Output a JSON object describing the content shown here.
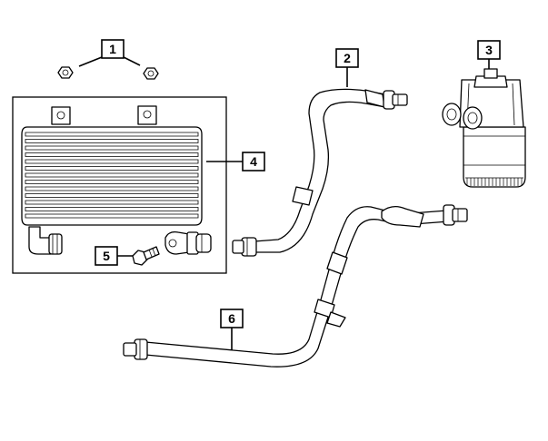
{
  "callouts": [
    {
      "id": "1",
      "label": "1"
    },
    {
      "id": "2",
      "label": "2"
    },
    {
      "id": "3",
      "label": "3"
    },
    {
      "id": "4",
      "label": "4"
    },
    {
      "id": "5",
      "label": "5"
    },
    {
      "id": "6",
      "label": "6"
    }
  ],
  "colors": {
    "line": "#000000",
    "background": "#ffffff",
    "shade": "#e9e9e9"
  },
  "parts": [
    {
      "callout": "1",
      "name": "nut-pair"
    },
    {
      "callout": "2",
      "name": "upper-cooler-line"
    },
    {
      "callout": "3",
      "name": "oil-filter-adapter"
    },
    {
      "callout": "4",
      "name": "oil-cooler"
    },
    {
      "callout": "5",
      "name": "bolt"
    },
    {
      "callout": "6",
      "name": "lower-cooler-line"
    }
  ]
}
